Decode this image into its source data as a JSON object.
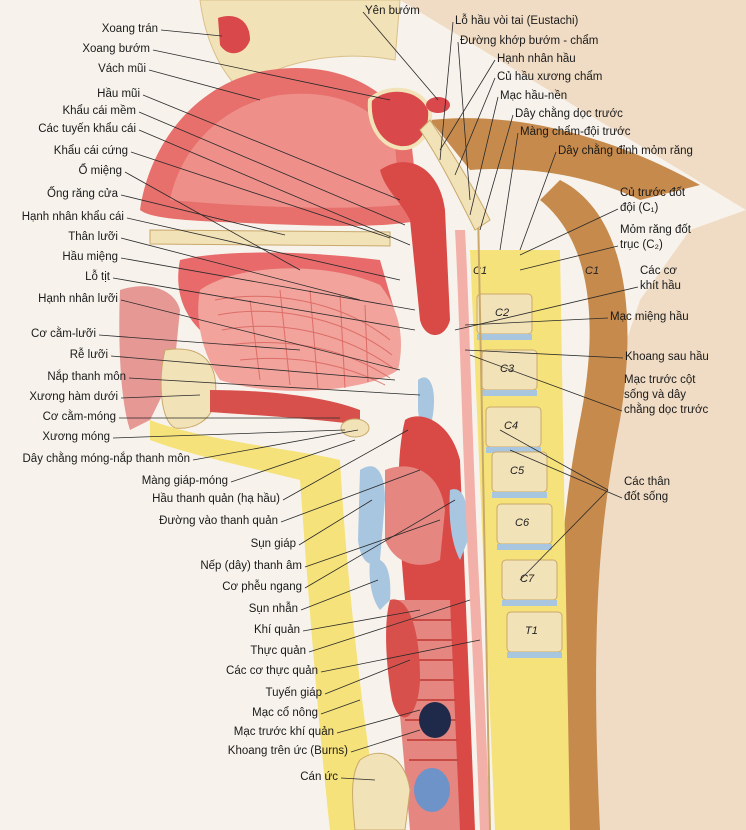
{
  "labels_left": [
    "Xoang trán",
    "Xoang bướm",
    "Vách mũi",
    "Hầu mũi",
    "Khẩu cái mềm",
    "Các tuyến khẩu cái",
    "Khẩu cái cứng",
    "Ổ miệng",
    "Ống răng cửa",
    "Hạnh nhân khẩu cái",
    "Thân lưỡi",
    "Hầu miệng",
    "Lỗ tịt",
    "Hạnh nhân lưỡi",
    "Cơ cằm-lưỡi",
    "Rễ lưỡi",
    "Nắp thanh môn",
    "Xương hàm dưới",
    "Cơ cằm-móng",
    "Xương móng",
    "Dây chằng móng-nắp thanh môn"
  ],
  "labels_top": [
    "Yên bướm",
    "Lỗ hầu vòi tai (Eustachi)",
    "Đường khớp bướm - chẩm",
    "Hạnh nhân hầu",
    "Củ hầu xương chẩm",
    "Mạc hầu-nền",
    "Dây chằng dọc trước",
    "Màng chẩm-đội trước",
    "Dây chằng đỉnh mỏm răng"
  ],
  "labels_right": [
    "Củ trước đốt",
    "đội (C₁)",
    "Mỏm răng đốt",
    "trục (C₂)",
    "Các cơ",
    "khít hầu",
    "Mạc miệng hầu",
    "Khoang sau hầu",
    "Mạc trước cột",
    "sống và dây",
    "chằng dọc trước",
    "Các thân",
    "đốt sống"
  ],
  "labels_bottom": [
    "Màng giáp-móng",
    "Hầu thanh quản (hạ hầu)",
    "Đường vào thanh quản",
    "Sụn giáp",
    "Nếp (dây) thanh âm",
    "Cơ phễu ngang",
    "Sụn nhẫn",
    "Khí quản",
    "Thực quản",
    "Các cơ thực quản",
    "Tuyến giáp",
    "Mạc cổ nông",
    "Mạc trước khí quản",
    "Khoang trên ức (Burns)",
    "Cán ức"
  ],
  "vertebrae": [
    "C1",
    "C1",
    "C2",
    "C3",
    "C4",
    "C5",
    "C6",
    "C7",
    "T1"
  ],
  "colors": {
    "tissue": "#e86a6a",
    "tissue_light": "#f3b0a8",
    "muscle": "#d8504c",
    "bone": "#f2e2b8",
    "fat": "#f6e27a",
    "cartilage": "#a9c6e0",
    "brown": "#c58a4c",
    "leader": "#2a2a2a"
  }
}
